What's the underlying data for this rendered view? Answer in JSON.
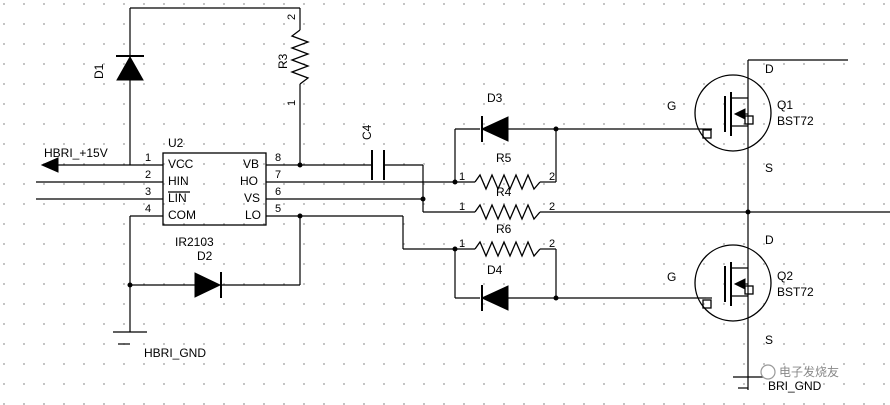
{
  "ic": {
    "refdes": "U2",
    "part": "IR2103",
    "pins_left": [
      {
        "num": "1",
        "name": "VCC"
      },
      {
        "num": "2",
        "name": "HIN"
      },
      {
        "num": "3",
        "name": "LIN"
      },
      {
        "num": "4",
        "name": "COM"
      }
    ],
    "pins_right": [
      {
        "num": "8",
        "name": "VB"
      },
      {
        "num": "7",
        "name": "HO"
      },
      {
        "num": "6",
        "name": "VS"
      },
      {
        "num": "5",
        "name": "LO"
      }
    ]
  },
  "nets": {
    "supply": "HBRI_+15V",
    "ground": "HBRI_GND",
    "ground_right": "BRI_GND"
  },
  "components": {
    "d1": "D1",
    "d2": "D2",
    "d3": "D3",
    "d4": "D4",
    "r3": "R3",
    "r3_pin1": "1",
    "r3_pin2": "2",
    "r4": "R4",
    "r5": "R5",
    "r6": "R6",
    "c4": "C4",
    "res_pin1": "1",
    "res_pin2": "2"
  },
  "mosfets": {
    "q1": {
      "refdes": "Q1",
      "part": "BST72"
    },
    "q2": {
      "refdes": "Q2",
      "part": "BST72"
    },
    "gate": "G",
    "drain": "D",
    "source": "S"
  },
  "watermark": "电子发烧友"
}
